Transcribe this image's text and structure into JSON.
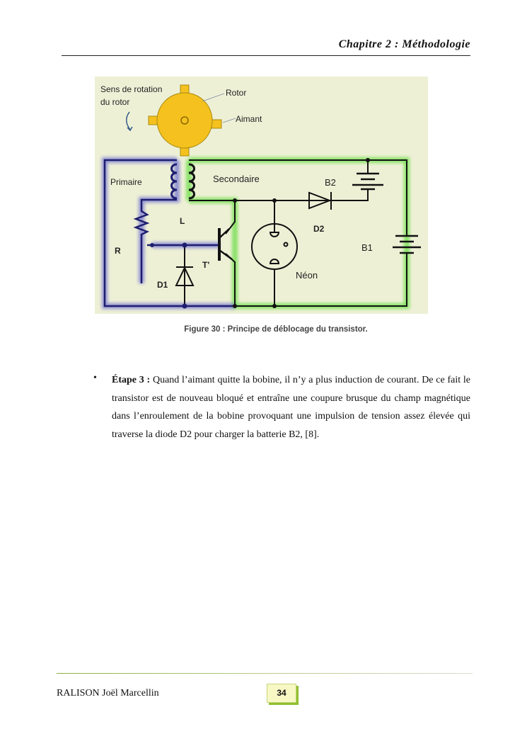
{
  "header": {
    "chapter": "Chapitre 2 : Méthodologie"
  },
  "figure": {
    "caption": "Figure 30 : Principe de déblocage du transistor.",
    "labels": {
      "rotation_1": "Sens de rotation",
      "rotation_2": "du rotor",
      "rotor": "Rotor",
      "aimant": "Aimant",
      "primaire": "Primaire",
      "secondaire": "Secondaire",
      "L": "L",
      "R": "R",
      "T": "T'",
      "D1": "D1",
      "D2": "D2",
      "B2": "B2",
      "B1": "B1",
      "neon": "Néon"
    }
  },
  "body": {
    "step_label": "Étape 3 :",
    "step_text": "Quand l’aimant quitte la bobine, il n’y a plus induction de courant. De ce fait le transistor est de nouveau bloqué et entraîne une coupure brusque du champ magnétique dans l’enroulement de la bobine provoquant une impulsion de tension assez élevée qui traverse la diode D2 pour charger la batterie B2, [8]."
  },
  "footer": {
    "author": "RALISON Joël Marcellin",
    "page_number": "34"
  },
  "colors": {
    "figure_bg": "#eef0d6",
    "primary_wire": "#2a2a8a",
    "secondary_glow": "#7de05a",
    "rotor": "#f5c11e"
  }
}
